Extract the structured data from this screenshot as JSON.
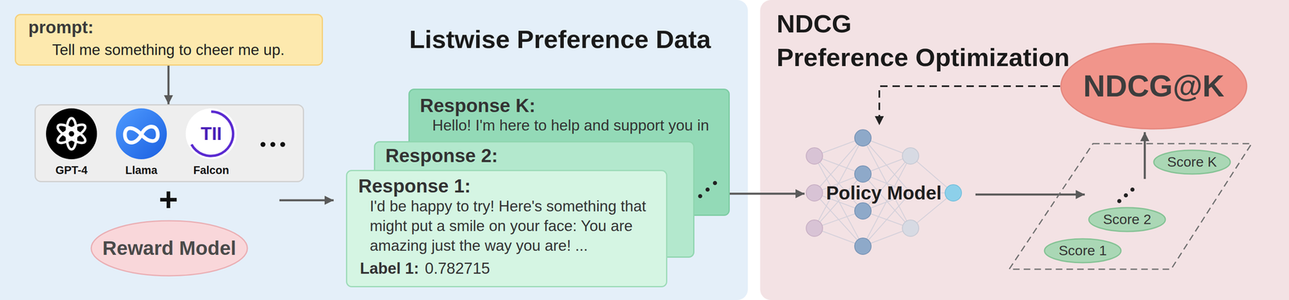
{
  "diagram": {
    "nodes": [
      {
        "text": [
          "Listwise Preference Data"
        ]
      },
      {
        "text": [
          "prompt:",
          "Tell me something to cheer me up."
        ],
        "in": 0
      },
      {
        "text": [
          "GPT-4",
          "Llama",
          "Falcon"
        ],
        "in": 0
      },
      {
        "text": [
          "Reward Model"
        ],
        "in": 0
      },
      {
        "text": [
          "Response K:",
          "Hello! I'm here to help and support you in"
        ],
        "in": 0
      },
      {
        "text": [
          "Response 2:"
        ],
        "in": 0
      },
      {
        "text": [
          "Response 1:",
          "I'd be happy to try! Here's something that might put a smile on your face: You are amazing just the way you are! ...",
          "Label 1:",
          "0.782715"
        ],
        "in": 0
      },
      {
        "text": [
          "NDCG",
          "Preference Optimization"
        ]
      },
      {
        "text": [
          "Policy Model"
        ],
        "in": 7
      },
      {
        "text": [
          "NDCG@K"
        ],
        "in": 7
      },
      {
        "text": [
          "Score K"
        ],
        "in": 7
      },
      {
        "text": [
          "Score 2"
        ],
        "in": 7
      },
      {
        "text": [
          "Score 1"
        ],
        "in": 7
      }
    ],
    "edges": [
      {
        "from": 1,
        "to": 2,
        "arrow": "to"
      },
      {
        "from": 4,
        "to": 8,
        "arrow": "to"
      },
      {
        "from": 9,
        "to": 8,
        "arrow": "to"
      }
    ],
    "labels": [
      "TII",
      "+"
    ]
  }
}
